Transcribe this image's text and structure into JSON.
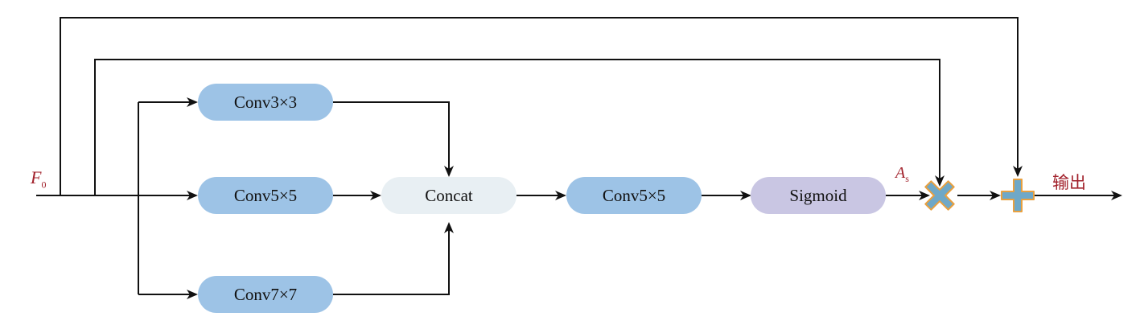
{
  "diagram": {
    "input_label": {
      "main": "F",
      "sub": "0"
    },
    "attention_label": {
      "main": "A",
      "sub": "s"
    },
    "output_label": "输出",
    "nodes": {
      "conv3": {
        "label": "Conv3×3",
        "color": "#9dc3e6"
      },
      "conv5_branch": {
        "label": "Conv5×5",
        "color": "#9dc3e6"
      },
      "conv7": {
        "label": "Conv7×7",
        "color": "#9dc3e6"
      },
      "concat": {
        "label": "Concat",
        "color": "#e8eff3"
      },
      "conv5_main": {
        "label": "Conv5×5",
        "color": "#9dc3e6"
      },
      "sigmoid": {
        "label": "Sigmoid",
        "color": "#c9c6e3"
      }
    },
    "operators": {
      "multiply": {
        "symbol": "multiply",
        "fill": "#6fa8c7",
        "stroke": "#e8a040"
      },
      "add": {
        "symbol": "add",
        "fill": "#6fa8c7",
        "stroke": "#e8a040"
      }
    },
    "label_color": "#a2222c",
    "line_color": "#111111"
  }
}
